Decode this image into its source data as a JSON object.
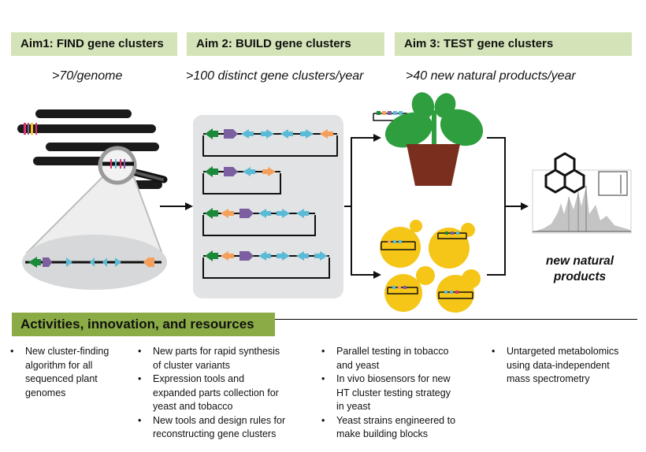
{
  "aims": [
    {
      "title": "Aim1: FIND gene clusters",
      "subtitle": ">70/genome"
    },
    {
      "title": "Aim 2: BUILD gene clusters",
      "subtitle": ">100 distinct gene clusters/year"
    },
    {
      "title": "Aim 3: TEST gene clusters",
      "subtitle": ">40 new natural products/year"
    }
  ],
  "output_label": [
    "new natural",
    "products"
  ],
  "activities": {
    "title": "Activities, innovation, and resources",
    "columns": [
      [
        "New cluster-finding algorithm for all sequenced plant genomes"
      ],
      [
        "New parts for rapid synthesis of cluster variants",
        "Expression tools and expanded parts collection for yeast and tobacco",
        "New tools and design rules for reconstructing gene clusters"
      ],
      [
        "Parallel testing in tobacco and yeast",
        "In vivo biosensors for new HT cluster testing strategy in yeast",
        "Yeast strains engineered to make building blocks"
      ],
      [
        "Untargeted metabolomics using data-independent mass spectrometry"
      ]
    ],
    "column_lines": [
      [
        [
          "New cluster-finding",
          "algorithm for all",
          "sequenced plant",
          "genomes"
        ]
      ],
      [
        [
          "New parts for rapid synthesis",
          "of cluster variants"
        ],
        [
          "Expression tools and",
          "expanded parts collection for",
          "yeast and tobacco"
        ],
        [
          "New tools and design rules for",
          "reconstructing gene clusters"
        ]
      ],
      [
        [
          "Parallel testing in tobacco",
          "and yeast"
        ],
        [
          "In vivo biosensors for new",
          "HT cluster testing strategy",
          "in yeast"
        ],
        [
          "Yeast strains engineered to",
          "make building blocks"
        ]
      ],
      [
        [
          "Untargeted metabolomics",
          "using data-independent",
          "mass spectrometry"
        ]
      ]
    ]
  },
  "colors": {
    "aim_bg": "#d5e4b8",
    "activities_bg": "#8aab45",
    "gene_green": "#1a8a3a",
    "gene_purple": "#7b5fa0",
    "gene_blue": "#5bbbd6",
    "gene_orange": "#f5a05a",
    "plant_green": "#2e9e3f",
    "pot_brown": "#7a2e1e",
    "yeast_yellow": "#f5c518",
    "panel_gray": "#e2e3e4"
  }
}
